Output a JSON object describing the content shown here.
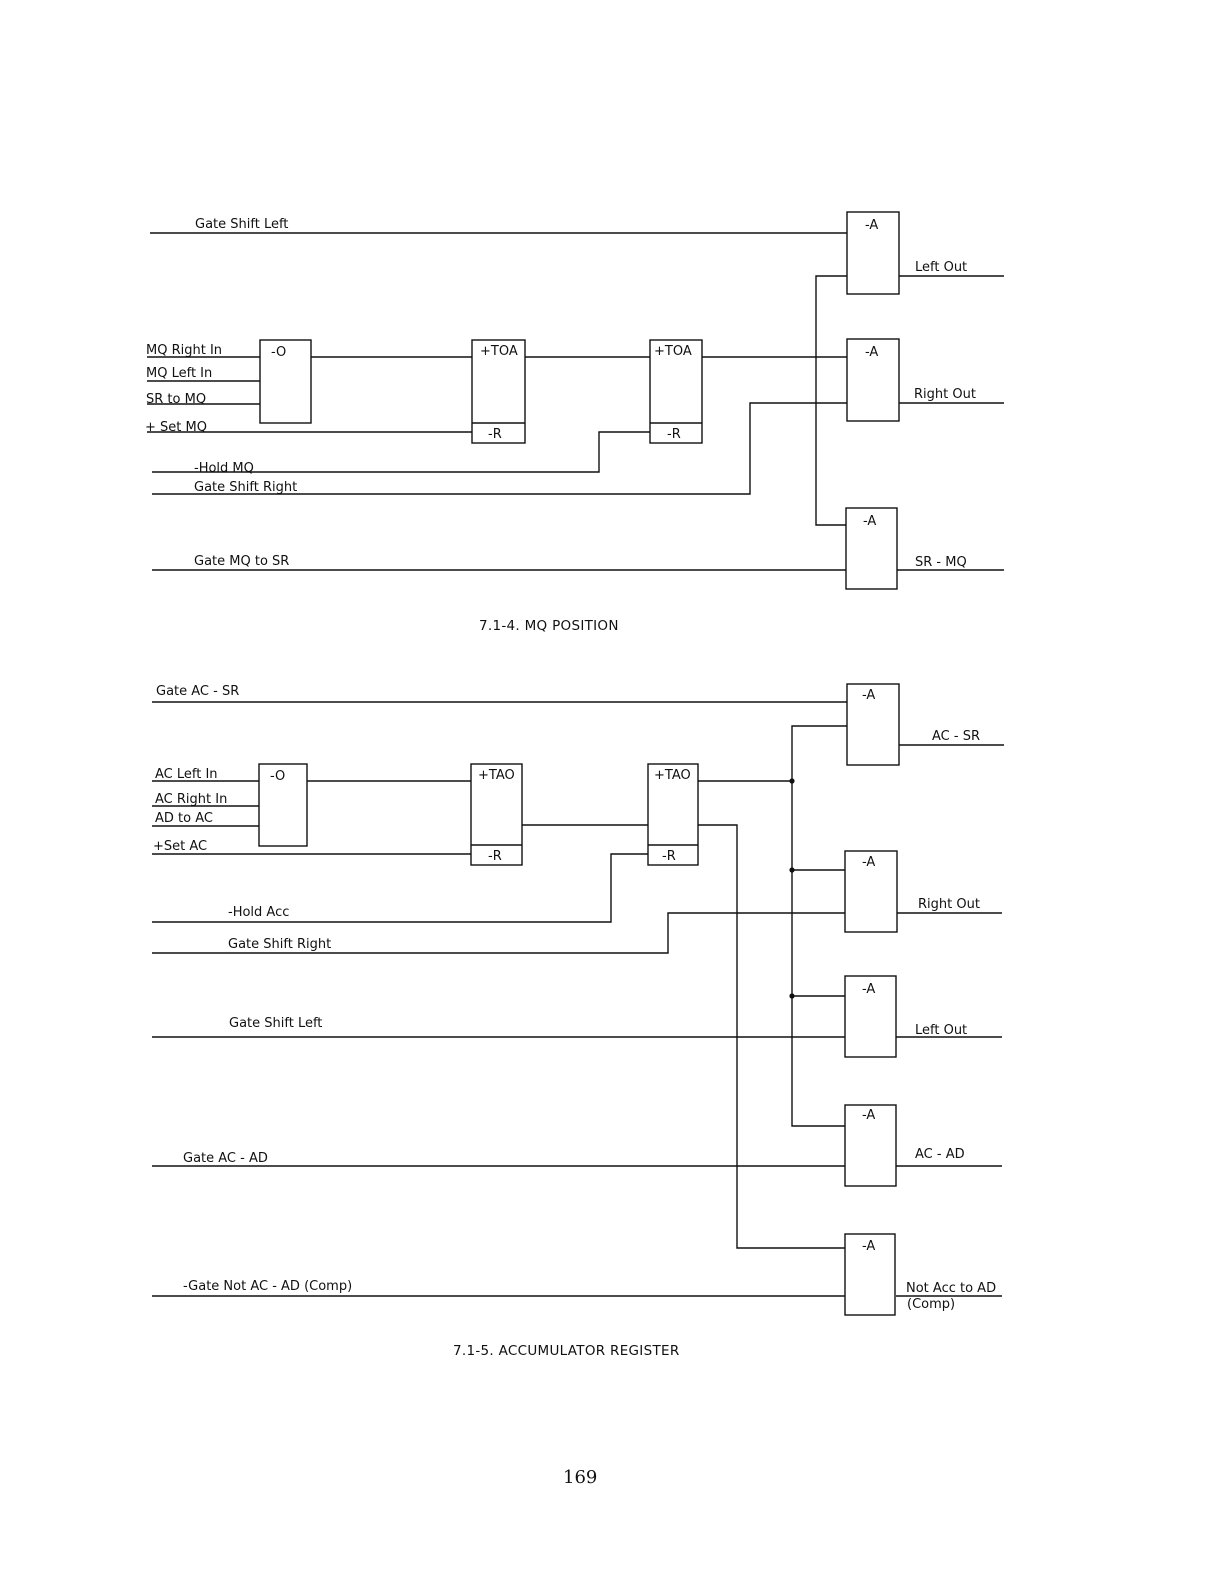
{
  "diagram1": {
    "caption": "7.1-4.  MQ POSITION",
    "signals": {
      "gate_shift_left": "Gate Shift Left",
      "mq_right_in": "MQ Right In",
      "mq_left_in": "MQ Left In",
      "sr_to_mq": "SR to MQ",
      "set_mq": "+ Set MQ",
      "hold_mq": "-Hold MQ",
      "gate_shift_right": "Gate Shift Right",
      "gate_mq_to_sr": "Gate MQ to SR"
    },
    "blocks": {
      "or": "-O",
      "toa1": "+TOA",
      "toa1_reset": "-R",
      "toa2": "+TOA",
      "toa2_reset": "-R",
      "and_left": "-A",
      "and_right": "-A",
      "and_sr": "-A"
    },
    "outputs": {
      "left_out": "Left Out",
      "right_out": "Right Out",
      "sr_mq": "SR - MQ"
    }
  },
  "diagram2": {
    "caption": "7.1-5.    ACCUMULATOR REGISTER",
    "signals": {
      "gate_ac_sr": "Gate AC - SR",
      "ac_left_in": "AC Left In",
      "ac_right_in": "AC Right In",
      "ad_to_ac": "AD to AC",
      "set_ac": "+Set AC",
      "hold_acc": "-Hold Acc",
      "gate_shift_right": "Gate Shift Right",
      "gate_shift_left": "Gate Shift Left",
      "gate_ac_ad": "Gate AC - AD",
      "gate_not_ac_ad": "-Gate Not AC - AD (Comp)"
    },
    "blocks": {
      "or": "-O",
      "tao1": "+TAO",
      "tao1_reset": "-R",
      "tao2": "+TAO",
      "tao2_reset": "-R",
      "and_ac_sr": "-A",
      "and_right": "-A",
      "and_left": "-A",
      "and_ac_ad": "-A",
      "and_not": "-A"
    },
    "outputs": {
      "ac_sr": "AC - SR",
      "right_out": "Right Out",
      "left_out": "Left Out",
      "ac_ad": "AC - AD",
      "not_acc_ad": "Not Acc to AD",
      "not_acc_ad_comp": "(Comp)"
    }
  },
  "page_number": "169"
}
